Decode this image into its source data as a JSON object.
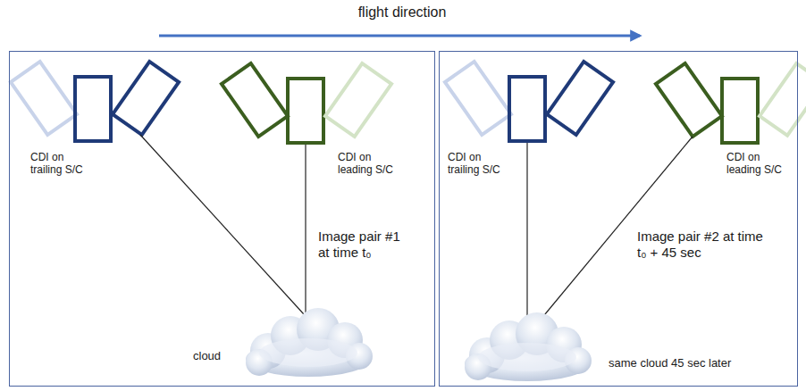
{
  "diagram": {
    "nodes": [
      {
        "text": [
          "CDI on trailing S/C",
          "CDI on leading S/C",
          "Image pair #1 at time t₀",
          "cloud"
        ]
      },
      {
        "text": [
          "CDI on trailing S/C",
          "CDI on leading S/C",
          "Image pair #2 at time t₀ + 45 sec",
          "same cloud 45 sec later"
        ]
      }
    ],
    "labels": [
      "flight direction"
    ]
  }
}
